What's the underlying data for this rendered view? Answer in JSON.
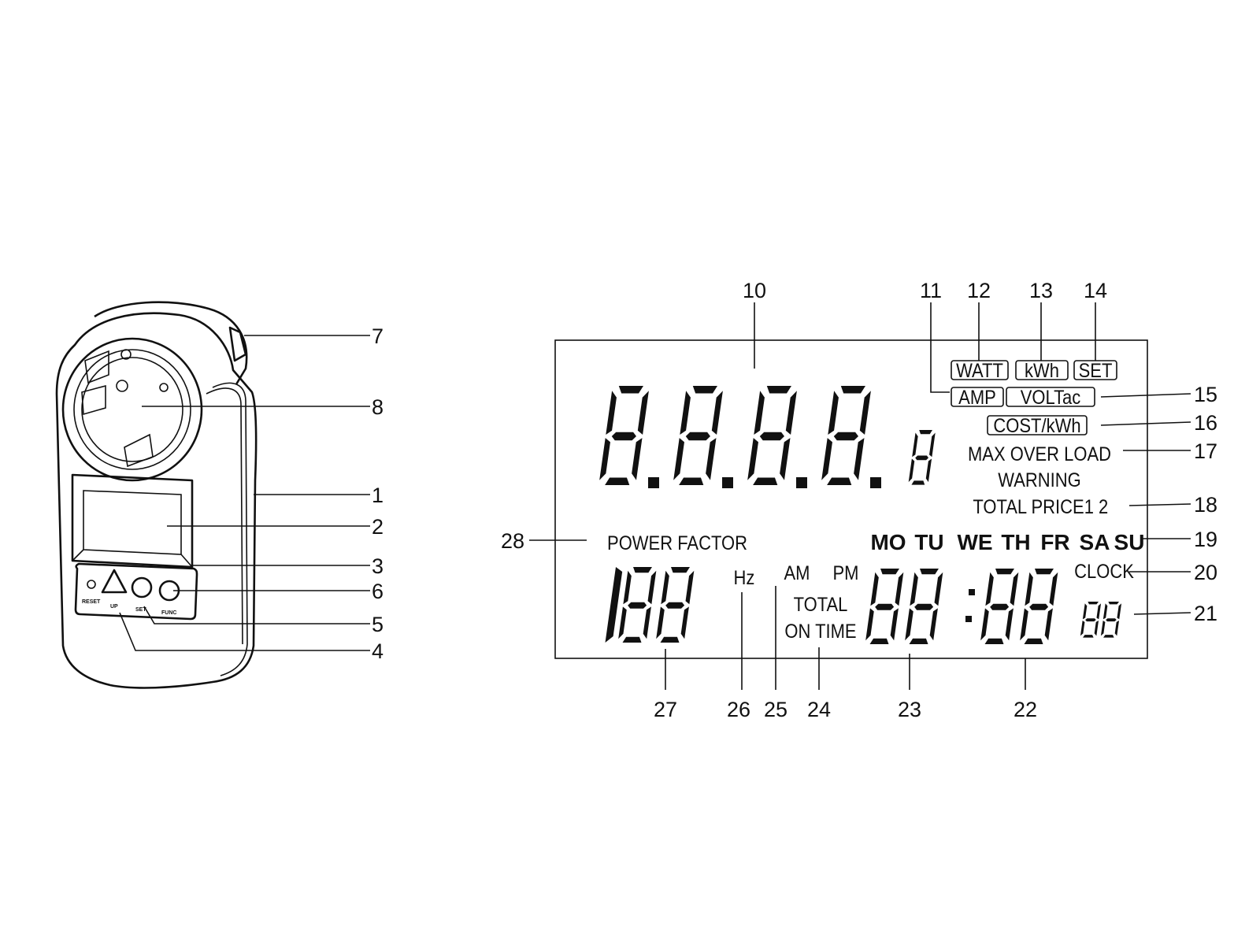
{
  "callouts": {
    "c1": "1",
    "c2": "2",
    "c3": "3",
    "c4": "4",
    "c5": "5",
    "c6": "6",
    "c7": "7",
    "c8": "8",
    "c10": "10",
    "c11": "11",
    "c12": "12",
    "c13": "13",
    "c14": "14",
    "c15": "15",
    "c16": "16",
    "c17": "17",
    "c18": "18",
    "c19": "19",
    "c20": "20",
    "c21": "21",
    "c22": "22",
    "c23": "23",
    "c24": "24",
    "c25": "25",
    "c26": "26",
    "c27": "27",
    "c28": "28"
  },
  "device": {
    "reset_label": "RESET",
    "up_label": "UP",
    "set_label": "SET",
    "func_label": "FUNC"
  },
  "lcd": {
    "watt": "WATT",
    "kwh": "kWh",
    "set": "SET",
    "amp": "AMP",
    "voltac": "VOLTac",
    "cost_kwh": "COST/kWh",
    "max_over_load": "MAX OVER LOAD",
    "warning": "WARNING",
    "total_price": "TOTAL PRICE",
    "price_tariffs": "1 2",
    "power_factor": "POWER FACTOR",
    "days": [
      "MO",
      "TU",
      "WE",
      "TH",
      "FR",
      "SA",
      "SU"
    ],
    "clock": "CLOCK",
    "hz": "Hz",
    "am": "AM",
    "pm": "PM",
    "total": "TOTAL",
    "on_time": "ON TIME"
  },
  "colors": {
    "ink": "#111111",
    "paper": "#ffffff"
  }
}
